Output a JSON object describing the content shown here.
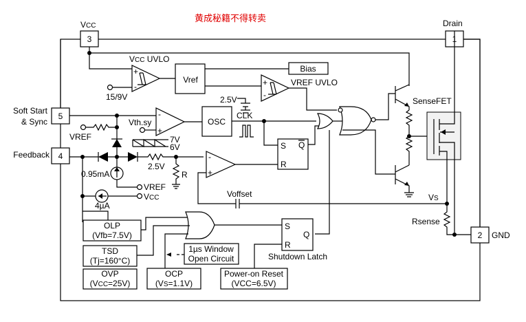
{
  "watermark": "黄成秘籍不得转卖",
  "pins": {
    "vcc": {
      "number": "3",
      "label_main": "V",
      "label_sub": "CC"
    },
    "drain": {
      "number": "1",
      "label": "Drain"
    },
    "soft_start": {
      "number": "5",
      "label_line1": "Soft Start",
      "label_line2": "& Sync"
    },
    "feedback": {
      "number": "4",
      "label": "Feedback"
    },
    "gnd": {
      "number": "2",
      "label": "GND"
    }
  },
  "blocks": {
    "vref": "Vref",
    "bias": "Bias",
    "osc": "OSC",
    "olp": {
      "line1": "OLP",
      "line2": "(Vfb=7.5V)"
    },
    "tsd": {
      "line1": "TSD",
      "line2": "(Tj=160°C)"
    },
    "ovp": {
      "line1": "OVP",
      "line2_a": "(V",
      "line2_sub": "CC",
      "line2_b": "=25V)"
    },
    "ocp": {
      "line1": "OCP",
      "line2_a": "(V",
      "line2_sub": "S",
      "line2_b": "=1.1V)"
    },
    "window": {
      "line1": "1µs Window",
      "line2": "Open Circuit"
    },
    "por": {
      "line1": "Power-on Reset",
      "line2": "(VCC=6.5V)"
    }
  },
  "labels": {
    "vcc_uvlo_main": "V",
    "vcc_uvlo_sub": "CC",
    "vcc_uvlo_rest": " UVLO",
    "vref_uvlo": "VREF UVLO",
    "v15_9": "15/9V",
    "v2_5_top": "2.5V",
    "clk": "CLK",
    "sensefet": "SenseFET",
    "vth_sy": "Vth.sy",
    "vref_left": "VREF",
    "v7": "7V",
    "v6": "6V",
    "v2_5_fb": "2.5V",
    "r": "R",
    "i095": "0.95mA",
    "vref_src": "VREF",
    "vcc_src_main": "V",
    "vcc_src_sub": "CC",
    "i4u": "4µA",
    "voffset": "Voffset",
    "vs_main": "V",
    "vs_sub": "S",
    "rsense": "Rsense",
    "shutdown_latch": "Shutdown Latch",
    "ff_s": "S",
    "ff_q": "Q",
    "ff_r": "R",
    "sl_s": "S",
    "sl_q": "Q",
    "sl_r": "R",
    "plus": "+",
    "minus": "-"
  }
}
